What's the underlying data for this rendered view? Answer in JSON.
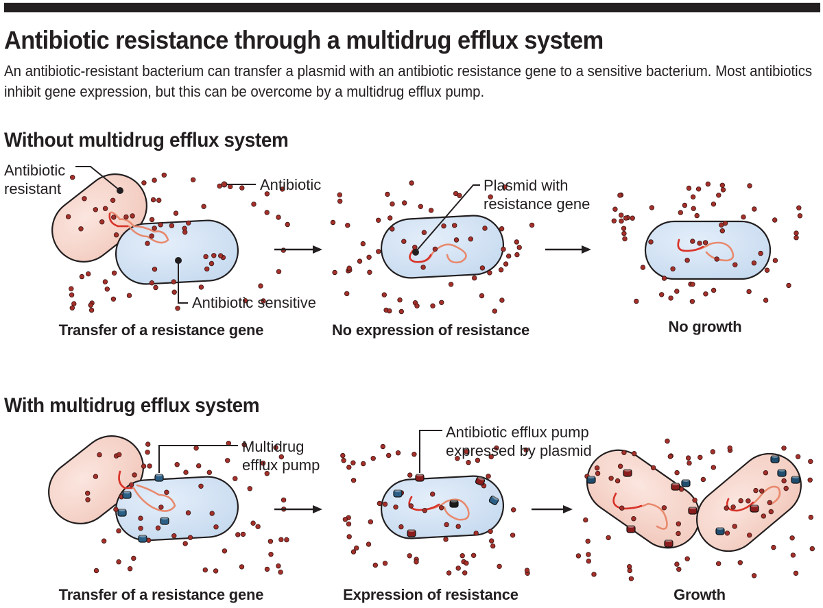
{
  "title": "Antibiotic resistance through a multidrug efflux system",
  "subtitle": "An antibiotic-resistant bacterium can transfer a plasmid with an antibiotic resistance gene to a sensitive bacterium. Most antibiotics inhibit gene expression, but this can be overcome by a multidrug efflux pump.",
  "sections": {
    "without": {
      "heading": "Without multidrug efflux system",
      "labels": {
        "antibiotic_resistant_line1": "Antibiotic",
        "antibiotic_resistant_line2": "resistant",
        "antibiotic": "Antibiotic",
        "antibiotic_sensitive": "Antibiotic sensitive",
        "plasmid_line1": "Plasmid with",
        "plasmid_line2": "resistance gene"
      },
      "captions": [
        "Transfer of a resistance gene",
        "No expression of resistance",
        "No growth"
      ]
    },
    "with": {
      "heading": "With multidrug efflux system",
      "labels": {
        "pump_line1": "Multidrug",
        "pump_line2": "efflux pump",
        "expressed_line1": "Antibiotic efflux pump",
        "expressed_line2": "expressed by plasmid"
      },
      "captions": [
        "Transfer of a resistance gene",
        "Expression of resistance",
        "Growth"
      ]
    }
  },
  "colors": {
    "resistant_cell": "#f2c9bd",
    "sensitive_cell": "#c6daef",
    "antibiotic": "#a3302a",
    "plasmid": "#d8332a",
    "pump": "#2c5f86",
    "outline": "#231f20"
  }
}
